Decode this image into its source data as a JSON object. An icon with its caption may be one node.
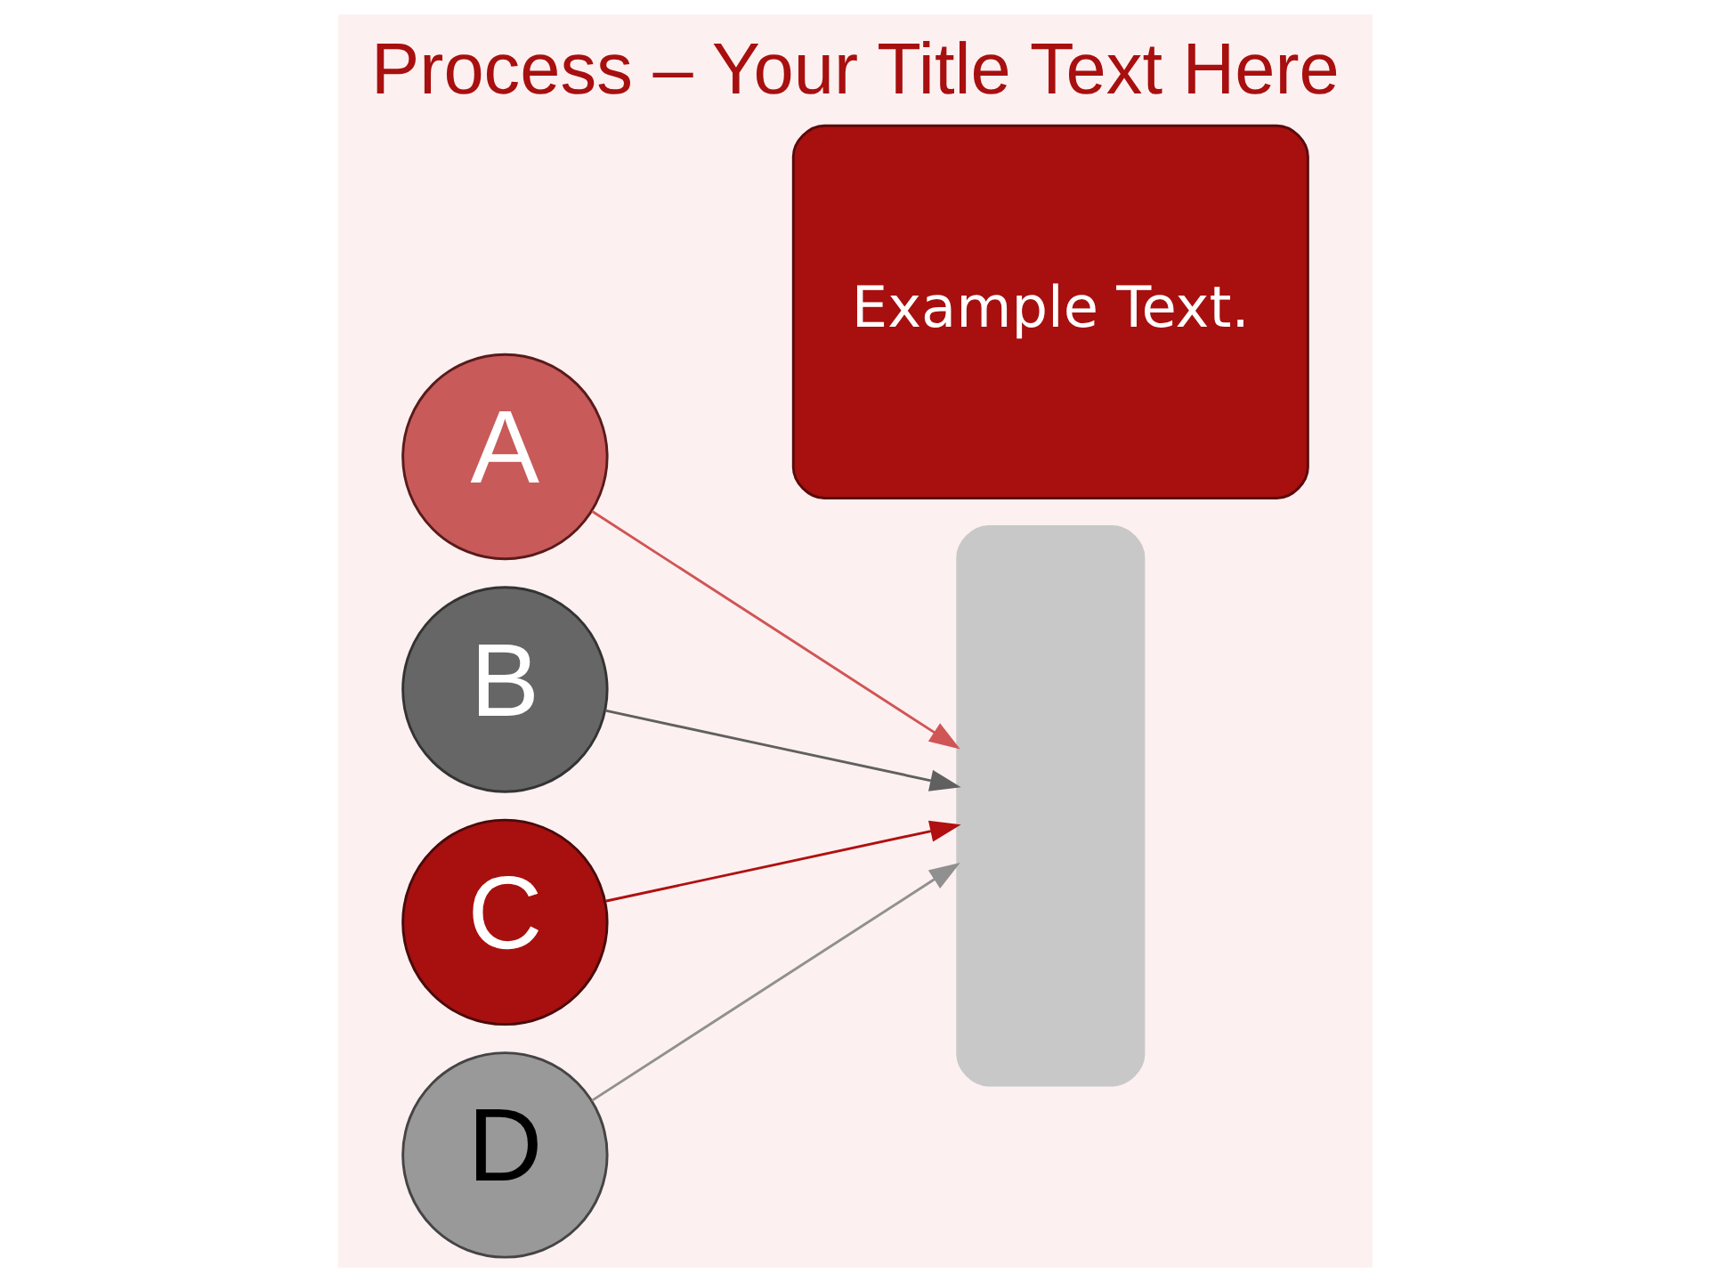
{
  "diagram": {
    "title": "Process – Your Title Text Here",
    "nodes": [
      {
        "text": [
          "A"
        ]
      },
      {
        "text": [
          "B"
        ]
      },
      {
        "text": [
          "C"
        ]
      },
      {
        "text": [
          "D"
        ]
      },
      {
        "text": [],
        "shape": "person"
      },
      {
        "text": [
          "Example Text."
        ]
      }
    ],
    "edges": [
      {
        "from": 0,
        "to": 4,
        "arrow": "to",
        "color": "#d05555"
      },
      {
        "from": 1,
        "to": 4,
        "arrow": "to",
        "color": "#606060"
      },
      {
        "from": 2,
        "to": 4,
        "arrow": "to",
        "color": "#b01010"
      },
      {
        "from": 3,
        "to": 4,
        "arrow": "to",
        "color": "#909090"
      }
    ]
  }
}
